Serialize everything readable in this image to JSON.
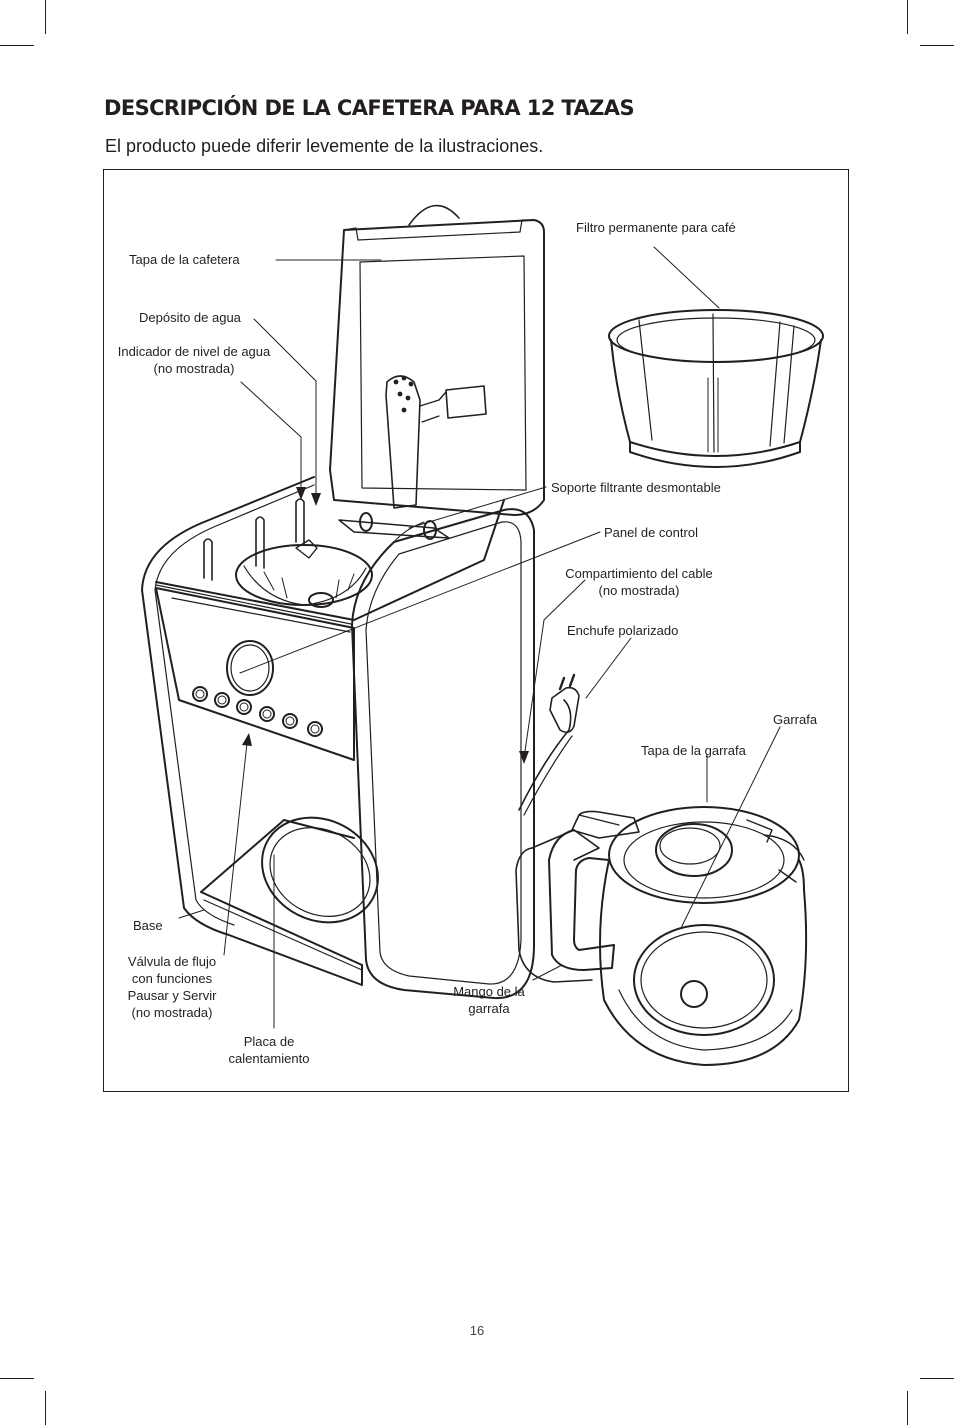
{
  "page": {
    "title": "DESCRIPCIÓN DE LA CAFETERA PARA 12 TAZAS",
    "subtitle": "El producto puede diferir levemente de la ilustraciones.",
    "page_number": "16"
  },
  "labels": {
    "tapa_cafetera": "Tapa de la cafetera",
    "deposito_agua": "Depósito de agua",
    "indicador_nivel_1": "Indicador de nivel de agua",
    "indicador_nivel_2": "(no mostrada)",
    "filtro_permanente": "Filtro permanente para café",
    "soporte_filtrante": "Soporte filtrante desmontable",
    "panel_control": "Panel de control",
    "compartimiento_1": "Compartimiento del cable",
    "compartimiento_2": "(no mostrada)",
    "enchufe": "Enchufe polarizado",
    "garrafa": "Garrafa",
    "tapa_garrafa": "Tapa de la garrafa",
    "base": "Base",
    "valvula_1": "Válvula de flujo",
    "valvula_2": "con funciones",
    "valvula_3": "Pausar y Servir",
    "valvula_4": "(no mostrada)",
    "mango_1": "Mango de la",
    "mango_2": "garrafa",
    "placa_1": "Placa de",
    "placa_2": "calentamiento"
  }
}
